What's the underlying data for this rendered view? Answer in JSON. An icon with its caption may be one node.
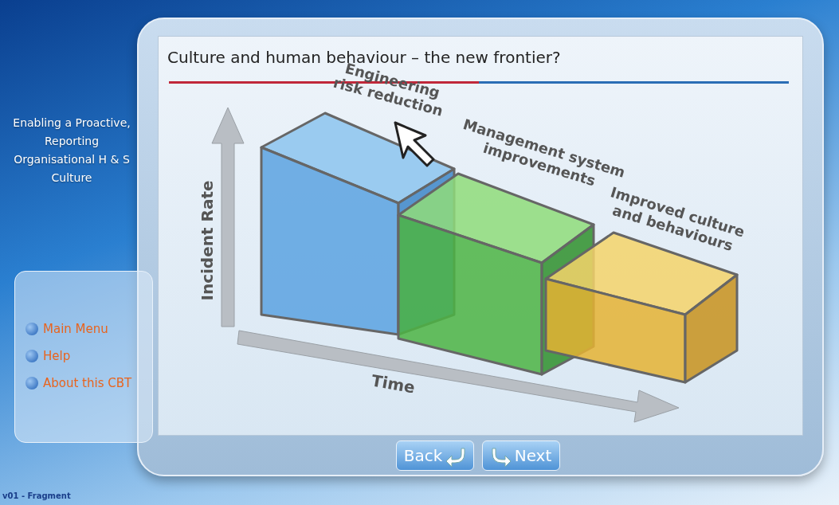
{
  "diagram": {
    "title": "Culture and human behaviour – the new frontier?",
    "nodes": [
      {
        "text": [
          "Engineering risk reduction"
        ]
      },
      {
        "text": [
          "Management system improvements"
        ]
      },
      {
        "text": [
          "Improved culture and behaviours"
        ]
      }
    ],
    "labels": [
      "Enabling a Proactive, Reporting Organisational H & S Culture",
      "Main Menu",
      "Help",
      "About this CBT",
      "Incident Rate",
      "Time",
      "Back",
      "Next",
      "v01 - Fragment"
    ]
  }
}
